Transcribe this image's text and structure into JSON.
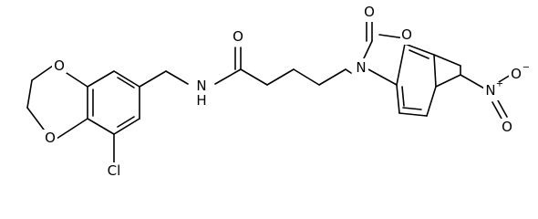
{
  "atoms": {
    "o_ring_upper": "O",
    "o_ring_lower": "O",
    "chlorine": "Cl",
    "amide_nh": "N",
    "amide_h": "H",
    "amide_o": "O",
    "carbonyl_o": "O",
    "oxazole_o": "O",
    "oxazole_n": "N",
    "nitro_n": "N",
    "nitro_n_charge": "+",
    "nitro_o_top": "O",
    "nitro_o_bottom": "O",
    "nitro_o_charge": "−"
  }
}
